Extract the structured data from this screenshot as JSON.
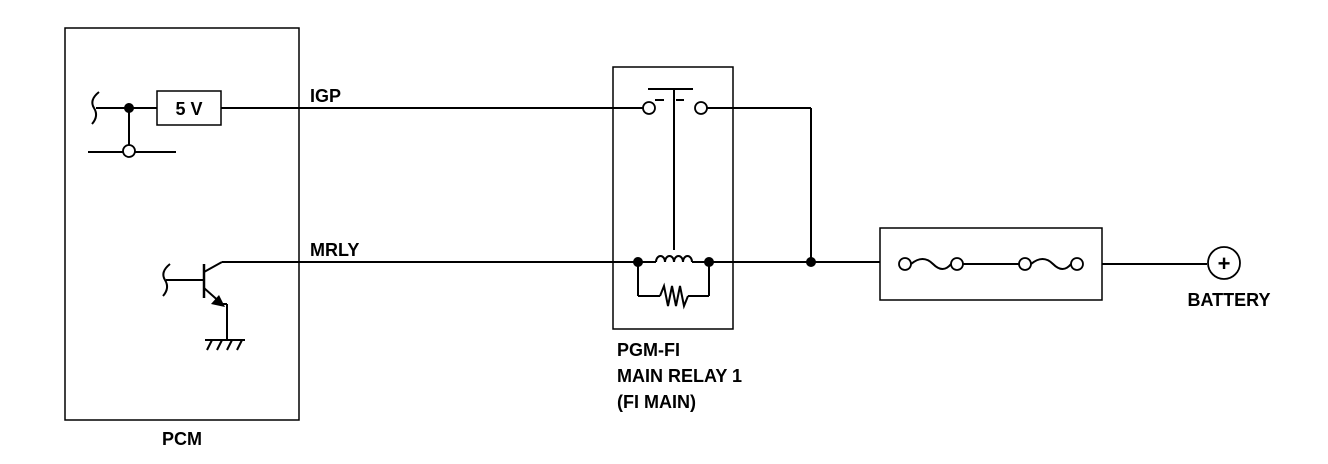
{
  "labels": {
    "pcm": "PCM",
    "five_volt": "5 V",
    "igp": "IGP",
    "mrly": "MRLY",
    "relay_line1": "PGM-FI",
    "relay_line2": "MAIN RELAY 1",
    "relay_line3": "(FI MAIN)",
    "battery": "BATTERY",
    "battery_symbol": "+"
  }
}
